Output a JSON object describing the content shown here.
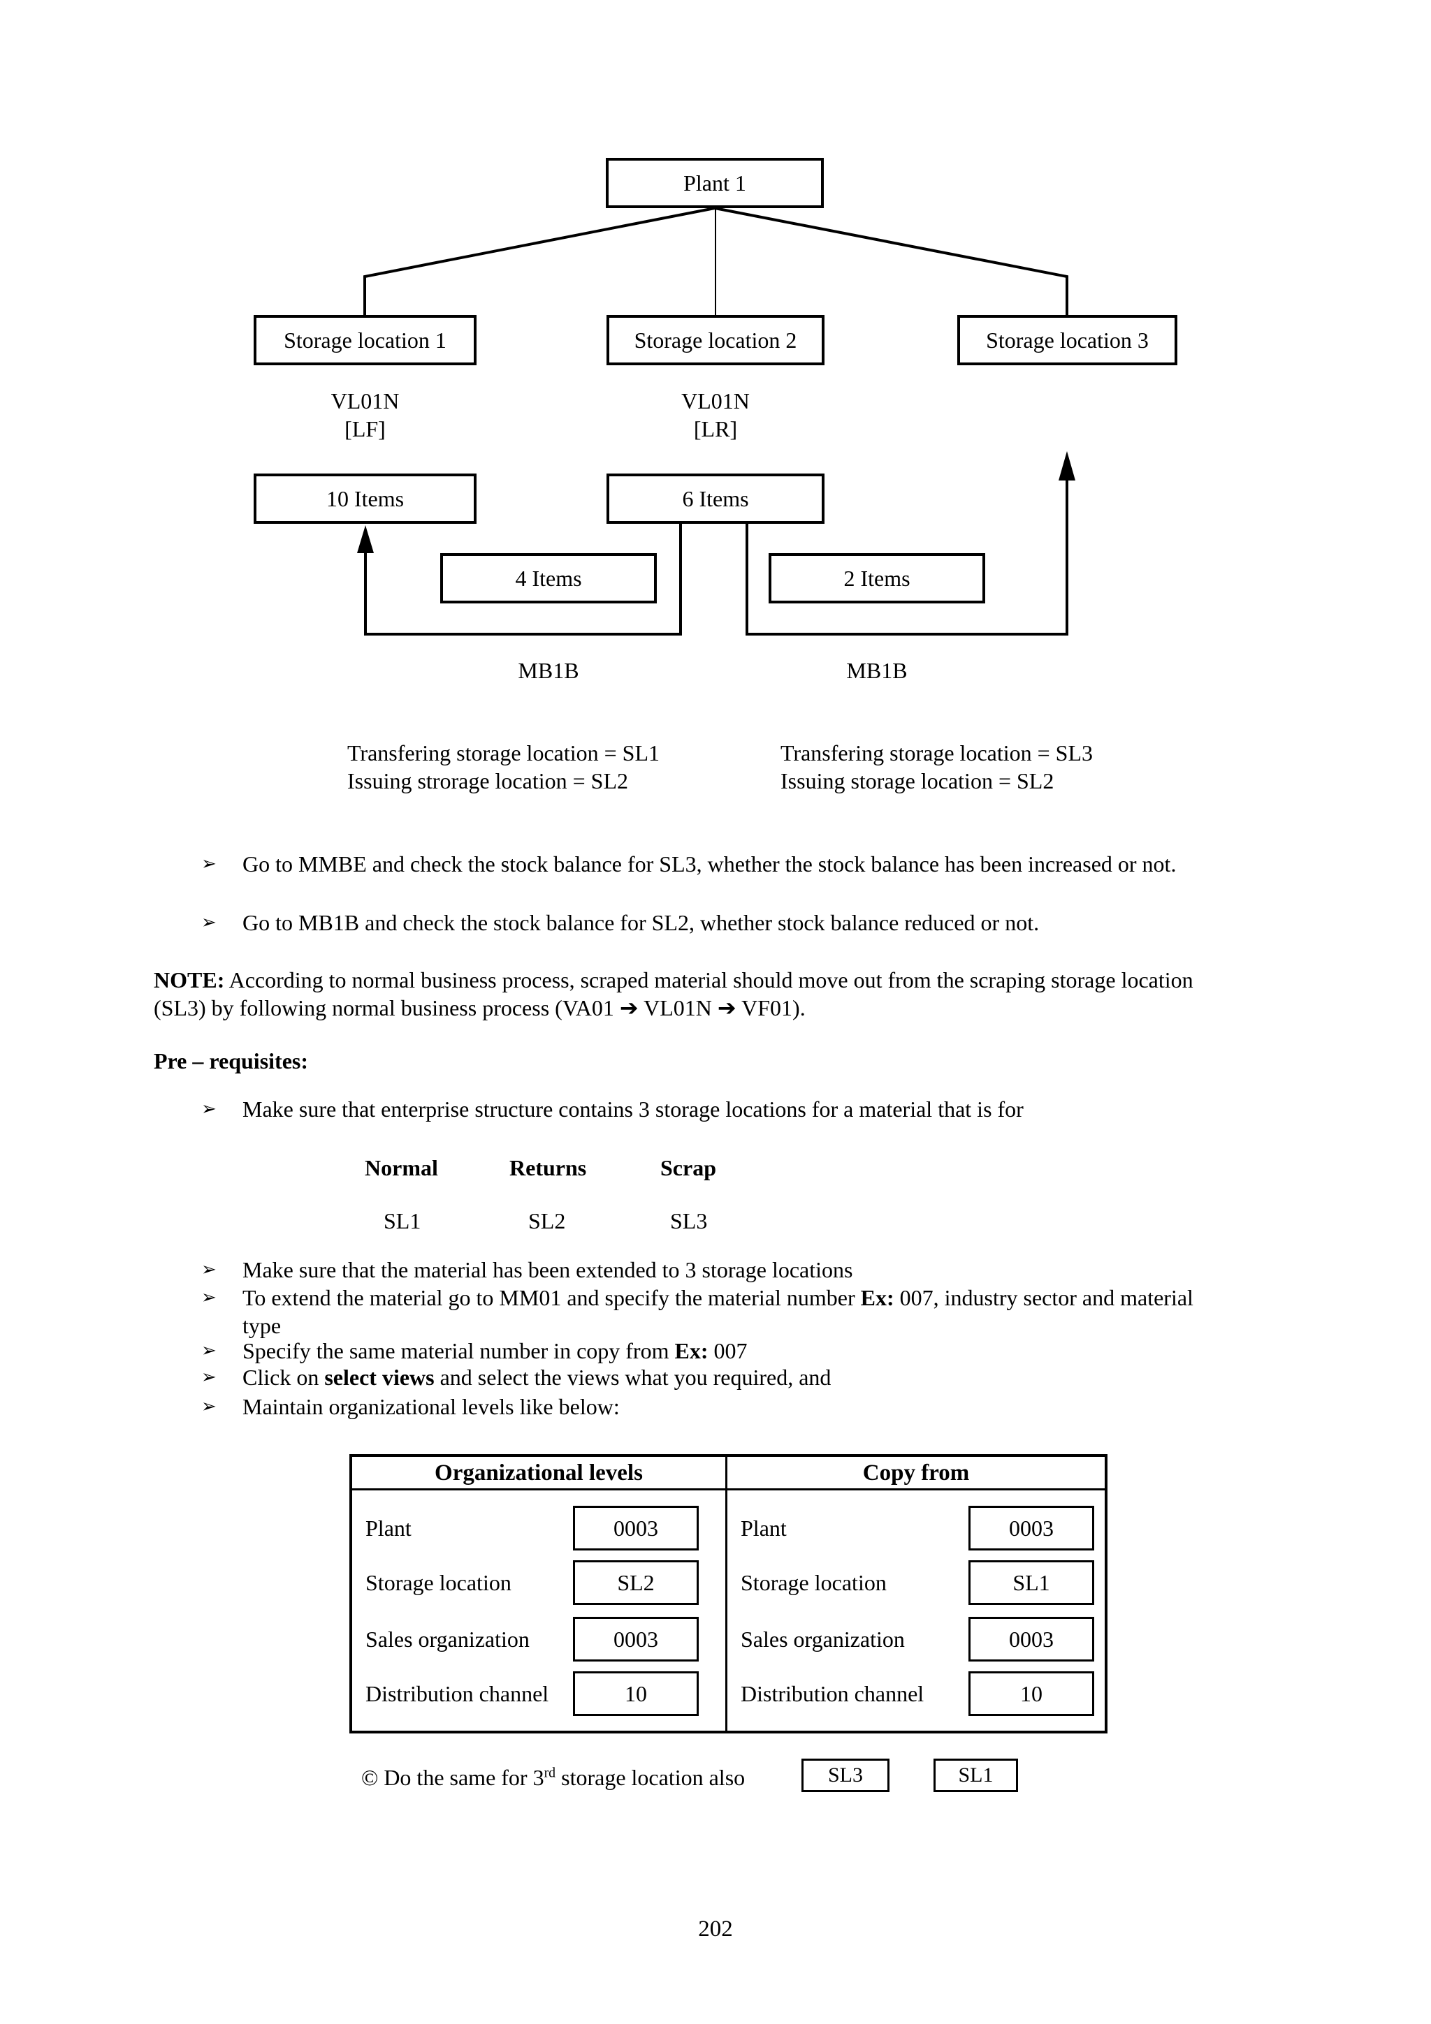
{
  "page_number": "202",
  "bullet_marker": "➢",
  "diagram": {
    "plant": "Plant 1",
    "storage_location_1": "Storage location 1",
    "storage_location_2": "Storage location 2",
    "storage_location_3": "Storage location 3",
    "vl01n_left_code": "VL01N",
    "vl01n_left_type": "[LF]",
    "vl01n_mid_code": "VL01N",
    "vl01n_mid_type": "[LR]",
    "items_10": "10 Items",
    "items_6": "6 Items",
    "items_4": "4 Items",
    "items_2": "2 Items",
    "mb1b_left": "MB1B",
    "mb1b_right": "MB1B",
    "transfer_left_line1": "Transfering storage location = SL1",
    "transfer_left_line2": "Issuing strorage location = SL2",
    "transfer_right_line1": "Transfering storage location = SL3",
    "transfer_right_line2": "Issuing storage location = SL2"
  },
  "checks": {
    "b1": "Go to MMBE and check the stock balance for SL3, whether the stock balance has been increased or not.",
    "b2": "Go to MB1B and check the stock balance for SL2, whether stock balance reduced or not."
  },
  "note": {
    "label": "NOTE:",
    "line1_rest": " According to normal business process, scraped material should move out from the scraping storage location",
    "line2_part1": "(SL3) by following normal business process (VA01 ",
    "arrow": "➔",
    "line2_part2": " VL01N ",
    "line2_part3": " VF01)."
  },
  "prerequisites": {
    "heading": "Pre – requisites:",
    "b1": "Make sure that enterprise structure contains 3 storage locations for a material that is for",
    "matrix_headers": [
      "Normal",
      "Returns",
      "Scrap"
    ],
    "matrix_values": [
      "SL1",
      "SL2",
      "SL3"
    ],
    "b2": "Make sure that the material has been extended to 3 storage locations",
    "b3_pre": "To extend the material go to MM01 and specify the material number ",
    "b3_bold": "Ex:",
    "b3_post": " 007, industry sector and material",
    "b3_line2": "type",
    "b4_pre": "Specify the same material number in copy from ",
    "b4_bold": "Ex:",
    "b4_post": " 007",
    "b5_pre": "Click on ",
    "b5_bold": "select views",
    "b5_post": " and select the views what you required, and",
    "b6": "Maintain organizational levels like below:"
  },
  "table": {
    "left_header": "Organizational levels",
    "right_header": "Copy from",
    "left_rows": [
      {
        "label": "Plant",
        "value": "0003"
      },
      {
        "label": "Storage location",
        "value": "SL2"
      },
      {
        "label": "Sales organization",
        "value": "0003"
      },
      {
        "label": "Distribution channel",
        "value": "10"
      }
    ],
    "right_rows": [
      {
        "label": "Plant",
        "value": "0003"
      },
      {
        "label": "Storage location",
        "value": "SL1"
      },
      {
        "label": "Sales organization",
        "value": "0003"
      },
      {
        "label": "Distribution channel",
        "value": "10"
      }
    ]
  },
  "footer": {
    "do_same_pre": "© Do the same for 3",
    "do_same_sup": "rd",
    "do_same_post": " storage location also",
    "box_sl3": "SL3",
    "box_sl1": "SL1"
  }
}
